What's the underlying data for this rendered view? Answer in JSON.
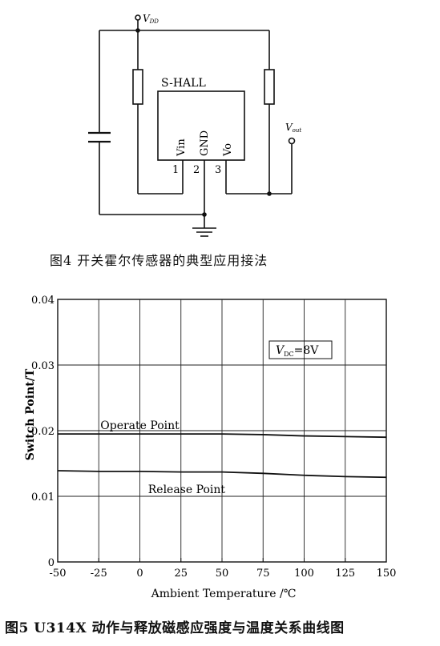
{
  "circuit": {
    "vdd_label": "V",
    "vdd_sub": "DD",
    "vout_label": "V",
    "vout_sub": "out",
    "chip_label": "S-HALL",
    "pin_labels": [
      "Vin",
      "GND",
      "Vo"
    ],
    "pin_numbers": [
      "1",
      "2",
      "3"
    ]
  },
  "figure4_caption": "图4  开关霍尔传感器的典型应用接法",
  "figure5_caption": "图5  U314X 动作与释放磁感应强度与温度关系曲线图",
  "chart_data": {
    "type": "line",
    "xlabel": "Ambient Temperature /℃",
    "ylabel": "Switch Point/T",
    "xlim": [
      -50,
      150
    ],
    "ylim": [
      0,
      0.04
    ],
    "x_ticks": [
      "-50",
      "-25",
      "0",
      "25",
      "50",
      "75",
      "100",
      "125",
      "150"
    ],
    "y_ticks": [
      "0",
      "0.01",
      "0.02",
      "0.03",
      "0.04"
    ],
    "grid": true,
    "annotation": {
      "prefix": "V",
      "sub": "DC",
      "suffix": "=8V"
    },
    "series": [
      {
        "name": "Operate Point",
        "x": [
          -50,
          -25,
          0,
          25,
          50,
          75,
          100,
          125,
          150
        ],
        "y": [
          0.0195,
          0.0195,
          0.0195,
          0.0195,
          0.0195,
          0.0194,
          0.0192,
          0.0191,
          0.019
        ]
      },
      {
        "name": "Release Point",
        "x": [
          -50,
          -25,
          0,
          25,
          50,
          75,
          100,
          125,
          150
        ],
        "y": [
          0.0139,
          0.0138,
          0.0138,
          0.0137,
          0.0137,
          0.0135,
          0.0132,
          0.013,
          0.0129
        ]
      }
    ]
  }
}
